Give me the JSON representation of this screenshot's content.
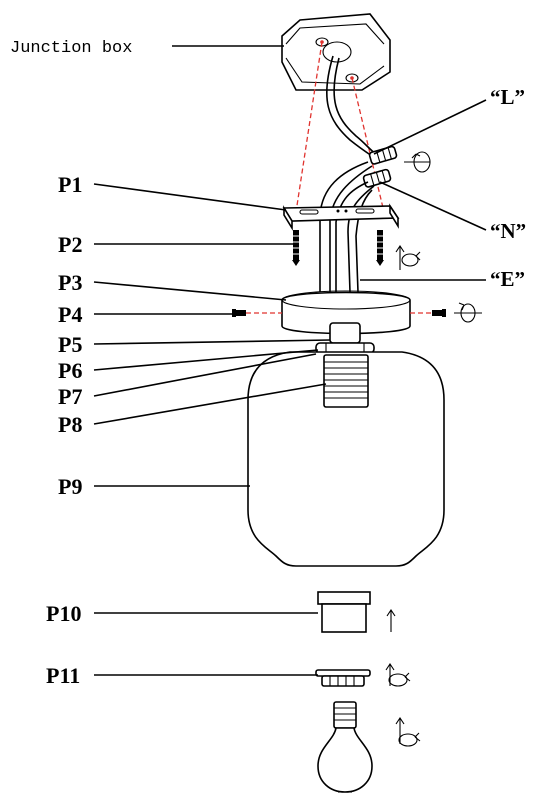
{
  "labels": {
    "junction_box": "Junction box",
    "wire_l": "“L”",
    "wire_n": "“N”",
    "wire_e": "“E”",
    "p1": "P1",
    "p2": "P2",
    "p3": "P3",
    "p4": "P4",
    "p5": "P5",
    "p6": "P6",
    "p7": "P7",
    "p8": "P8",
    "p9": "P9",
    "p10": "P10",
    "p11": "P11"
  },
  "colors": {
    "line": "#000000",
    "dash_guide": "#e0332f",
    "background": "#ffffff"
  },
  "icons": [
    "rotate-arrow-icon",
    "up-arrow-icon"
  ]
}
